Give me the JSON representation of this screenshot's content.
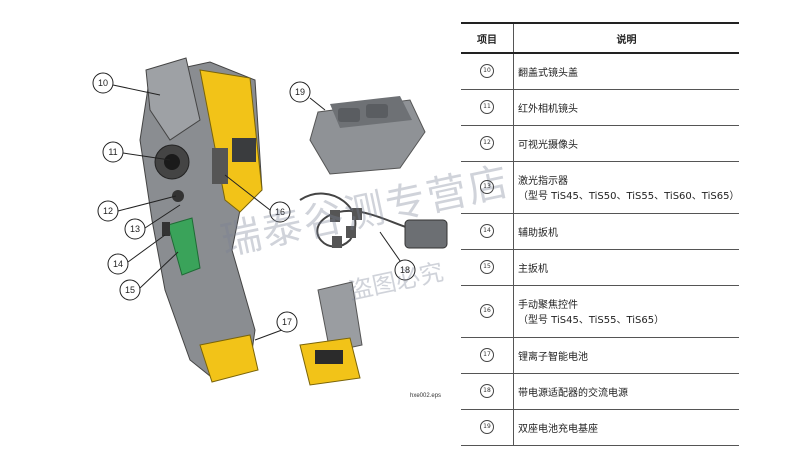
{
  "table": {
    "header_number": "项目",
    "header_description": "说明",
    "rows": [
      {
        "number": "10",
        "description": "翻盖式镜头盖"
      },
      {
        "number": "11",
        "description": "红外相机镜头"
      },
      {
        "number": "12",
        "description": "可视光摄像头"
      },
      {
        "number": "13",
        "description": "激光指示器",
        "note": "（型号 TiS45、TiS50、TiS55、TiS60、TiS65）"
      },
      {
        "number": "14",
        "description": "辅助扳机"
      },
      {
        "number": "15",
        "description": "主扳机"
      },
      {
        "number": "16",
        "description": "手动聚焦控件",
        "note": "（型号 TiS45、TiS55、TiS65）"
      },
      {
        "number": "17",
        "description": "锂离子智能电池"
      },
      {
        "number": "18",
        "description": "带电源适配器的交流电源"
      },
      {
        "number": "19",
        "description": "双座电池充电基座"
      }
    ]
  },
  "figure": {
    "callouts": [
      "10",
      "11",
      "12",
      "13",
      "14",
      "15",
      "16",
      "17",
      "18",
      "19"
    ],
    "figure_id": "hxe002.eps"
  },
  "watermark": {
    "line1": "瑞泰谷测专营店",
    "line2": "盗图必究"
  },
  "colors": {
    "body_gray": "#8a8d91",
    "accent_yellow": "#f2c318",
    "grip_green": "#3aa35a",
    "table_rule": "#222222"
  }
}
